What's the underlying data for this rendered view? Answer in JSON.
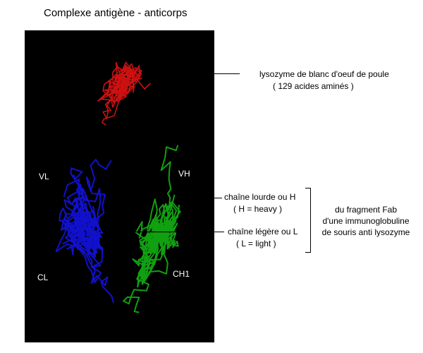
{
  "title": "Complexe antigène - anticorps",
  "colors": {
    "panel_background": "#000000",
    "lysozyme": "#cc1111",
    "heavy_chain": "#11a011",
    "light_chain": "#1111cc",
    "segment_label": "#ffffff"
  },
  "segments": {
    "vl": "VL",
    "vh": "VH",
    "cl": "CL",
    "ch1": "CH1"
  },
  "annotations": {
    "lysozyme_line1": "lysozyme de blanc d'oeuf de poule",
    "lysozyme_line2": "( 129 acides aminés )",
    "heavy_line1": "chaîne lourde ou H",
    "heavy_line2": "( H = heavy )",
    "light_line1": "chaîne légère ou L",
    "light_line2": "( L = light )",
    "fab_line1": "du fragment Fab",
    "fab_line2": "d'une immunoglobuline",
    "fab_line3": "de souris anti lysozyme"
  }
}
